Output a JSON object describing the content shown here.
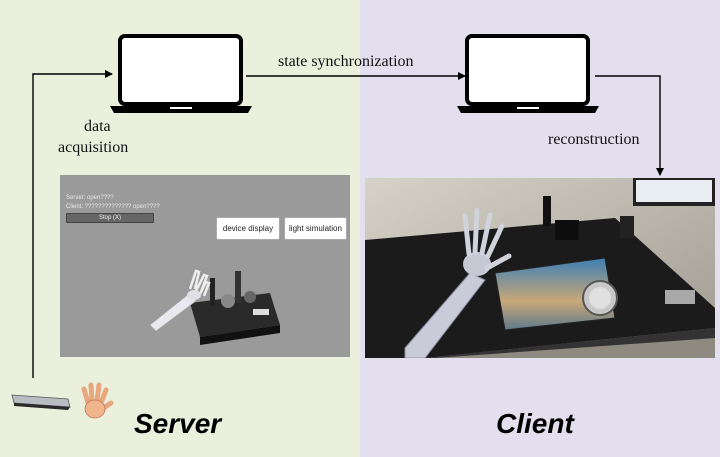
{
  "labels": {
    "state_sync": "state synchronization",
    "data_acquisition_line1": "data",
    "data_acquisition_line2": "acquisition",
    "reconstruction": "reconstruction",
    "server": "Server",
    "client": "Client"
  },
  "server_screen": {
    "status_line1": "Server: open????",
    "status_line2": "Client: ?????????????? open????",
    "stop_button": "Stop (X)",
    "device_display_button": "device display",
    "light_simulation_button": "light simulation"
  },
  "colors": {
    "server_bg": "#eaf0dc",
    "client_bg": "#e4dfee",
    "arrow": "#000000",
    "laptop_outline": "#000000",
    "laptop_fill": "#ffffff"
  }
}
